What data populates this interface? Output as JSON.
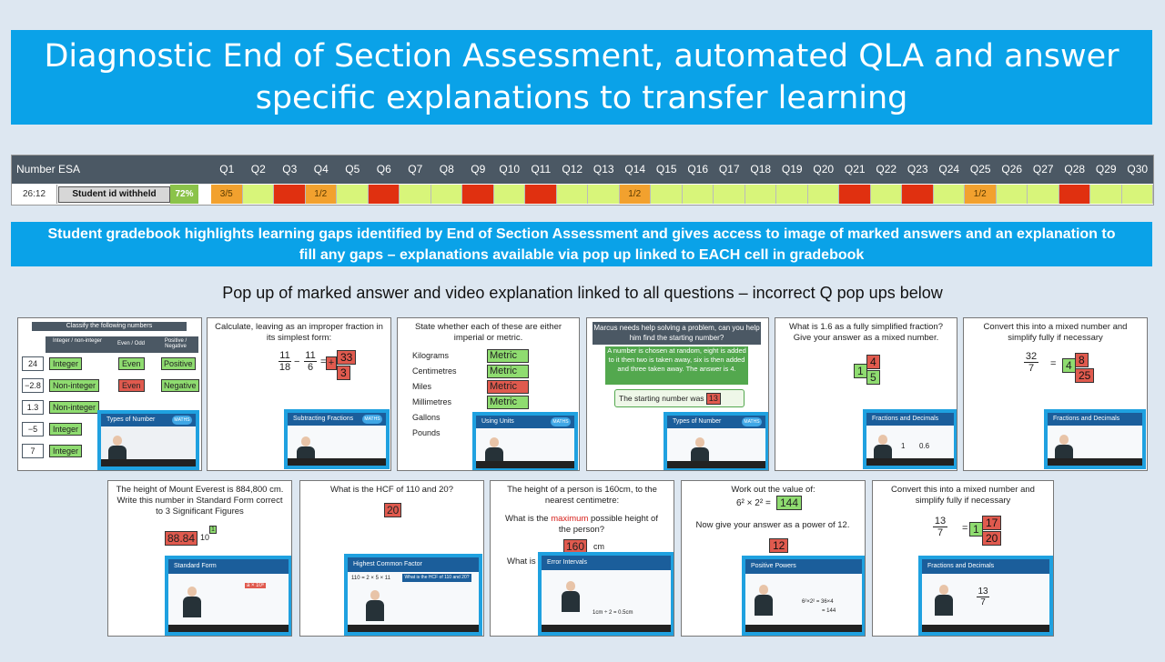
{
  "banner": {
    "title": "Diagnostic End of Section Assessment, automated QLA and answer specific explanations to transfer learning"
  },
  "gradebook": {
    "title": "Number ESA",
    "questions": [
      "Q1",
      "Q2",
      "Q3",
      "Q4",
      "Q5",
      "Q6",
      "Q7",
      "Q8",
      "Q9",
      "Q10",
      "Q11",
      "Q12",
      "Q13",
      "Q14",
      "Q15",
      "Q16",
      "Q17",
      "Q18",
      "Q19",
      "Q20",
      "Q21",
      "Q22",
      "Q23",
      "Q24",
      "Q25",
      "Q26",
      "Q27",
      "Q28",
      "Q29",
      "Q30"
    ],
    "row": {
      "time": "26:12",
      "student": "Student id withheld",
      "percent": "72%",
      "cells": [
        {
          "status": "partial",
          "text": "3/5"
        },
        {
          "status": "correct",
          "text": ""
        },
        {
          "status": "incorrect",
          "text": ""
        },
        {
          "status": "partial",
          "text": "1/2"
        },
        {
          "status": "correct",
          "text": ""
        },
        {
          "status": "incorrect",
          "text": ""
        },
        {
          "status": "correct",
          "text": ""
        },
        {
          "status": "correct",
          "text": ""
        },
        {
          "status": "incorrect",
          "text": ""
        },
        {
          "status": "correct",
          "text": ""
        },
        {
          "status": "incorrect",
          "text": ""
        },
        {
          "status": "correct",
          "text": ""
        },
        {
          "status": "correct",
          "text": ""
        },
        {
          "status": "partial",
          "text": "1/2"
        },
        {
          "status": "correct",
          "text": ""
        },
        {
          "status": "correct",
          "text": ""
        },
        {
          "status": "correct",
          "text": ""
        },
        {
          "status": "correct",
          "text": ""
        },
        {
          "status": "correct",
          "text": ""
        },
        {
          "status": "correct",
          "text": ""
        },
        {
          "status": "incorrect",
          "text": ""
        },
        {
          "status": "correct",
          "text": ""
        },
        {
          "status": "incorrect",
          "text": ""
        },
        {
          "status": "correct",
          "text": ""
        },
        {
          "status": "partial",
          "text": "1/2"
        },
        {
          "status": "correct",
          "text": ""
        },
        {
          "status": "correct",
          "text": ""
        },
        {
          "status": "incorrect",
          "text": ""
        },
        {
          "status": "correct",
          "text": ""
        },
        {
          "status": "correct",
          "text": ""
        }
      ]
    }
  },
  "subtitle": "Student gradebook highlights learning gaps identified by End of Section Assessment and gives access to image of marked answers and an explanation to fill any gaps – explanations available via pop up linked to EACH cell in gradebook",
  "caption": "Pop up of marked answer and video explanation linked to all questions – incorrect Q pop ups below",
  "cards": {
    "classify": {
      "title": "Classify the following numbers",
      "headers": [
        "Integer / non-integer",
        "Even / Odd",
        "Positive / Negative"
      ],
      "rows": [
        {
          "n": "24",
          "a": "Integer",
          "b": "Even",
          "c": "Positive"
        },
        {
          "n": "−2.8",
          "a": "Non-integer",
          "b": "Even",
          "c": "Negative"
        },
        {
          "n": "1.3",
          "a": "Non-integer",
          "b": "",
          "c": ""
        },
        {
          "n": "−5",
          "a": "Integer",
          "b": "",
          "c": ""
        },
        {
          "n": "7",
          "a": "Integer",
          "b": "",
          "c": ""
        }
      ],
      "video": "Types of Number"
    },
    "fraction": {
      "question": "Calculate, leaving as an improper fraction in its simplest form:",
      "n1": "11",
      "d1": "18",
      "n2": "11",
      "d2": "6",
      "op": "−",
      "eq": "=",
      "sign": "+",
      "an": "33",
      "ad": "3",
      "video": "Subtracting Fractions"
    },
    "units": {
      "question": "State whether each of these are either imperial or metric.",
      "items": [
        "Kilograms",
        "Centimetres",
        "Miles",
        "Millimetres",
        "Gallons",
        "Pounds"
      ],
      "answers": [
        "Metric",
        "Metric",
        "Metric",
        "Metric"
      ],
      "video": "Using Units"
    },
    "marcus": {
      "question": "Marcus needs help solving a problem, can you help him find the starting number?",
      "problem": "A number is chosen at random, eight is added to it then two is taken away, six is then added and three taken away. The answer is 4.",
      "label": "The starting number was",
      "answer": "13",
      "video": "Types of Number"
    },
    "decimal": {
      "question": "What is 1.6 as a fully simplified fraction? Give your answer as a mixed number.",
      "whole": "1",
      "n": "4",
      "d": "5",
      "video": "Fractions and Decimals",
      "v1": "1",
      "v2": "0.6"
    },
    "mixed1": {
      "question": "Convert this into a mixed number and simplify fully if necessary",
      "n": "32",
      "d": "7",
      "eq": "=",
      "whole": "4",
      "an": "8",
      "ad": "25",
      "video": "Fractions and Decimals"
    },
    "everest": {
      "question": "The height of Mount Everest is 884,800 cm. Write this number in Standard Form correct to 3 Significant Figures",
      "answer": "88.84",
      "power": "1",
      "base": "10",
      "video": "Standard Form",
      "vtag": "a × 10ⁿ"
    },
    "hcf": {
      "question": "What is the HCF of 110 and 20?",
      "answer": "20",
      "video": "Highest Common Factor",
      "vq": "What is the HCF of 110 and 20?",
      "vcalc": "110 = 2 × 5 × 11"
    },
    "height": {
      "question": "The height of a person is 160cm, to the nearest centimetre:",
      "q2a": "What is the ",
      "q2b": "maximum",
      "q2c": " possible height of the person?",
      "answer": "160",
      "unit": "cm",
      "q3": "What is t",
      "video": "Error Intervals",
      "vcalc": "1cm ÷ 2 = 0.5cm"
    },
    "powers": {
      "question": "Work out the value of:",
      "expr": "6² × 2² =",
      "answer1": "144",
      "q2": "Now give your answer as a power of 12.",
      "answer2": "12",
      "video": "Positive Powers",
      "vcalc": "6²×2² = 36×4",
      "vres": "= 144"
    },
    "mixed2": {
      "question": "Convert this into a mixed number and simplify fully if necessary",
      "n": "13",
      "d": "7",
      "eq": "=",
      "whole": "1",
      "an": "17",
      "ad": "20",
      "video": "Fractions and Decimals",
      "vn": "13",
      "vd": "7"
    }
  }
}
